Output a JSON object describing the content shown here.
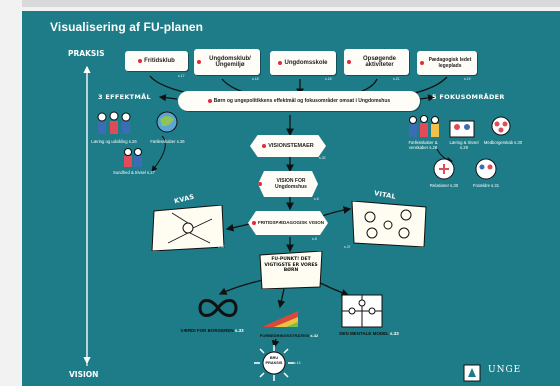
{
  "title": "Visualisering af FU-planen",
  "axis": {
    "top": "PRAKSIS",
    "bottom": "VISION"
  },
  "top_boxes": [
    {
      "label": "Fritidsklub",
      "page": "s.17"
    },
    {
      "label": "Ungdomsklub/ Ungemiljø",
      "page": "s.18"
    },
    {
      "label": "Ungdomsskole",
      "page": "s.18"
    },
    {
      "label": "Opsøgende aktiviteter",
      "page": "s.21"
    },
    {
      "label": "Pædagogisk ledet legeplads",
      "page": "s.19"
    }
  ],
  "effects_heading": "3 EFFEKTMÅL",
  "focus_heading": "5 FOKUSOMRÅDER",
  "banner": "Børn og ungepolitikkens effektmål og fokusområder omsat i Ungdomshus",
  "effects": [
    {
      "label": "Læring og udvikling",
      "page": "s.26"
    },
    {
      "label": "Fællesskaber",
      "page": "s.26"
    },
    {
      "label": "Sundhed & trivsel",
      "page": "s.27"
    }
  ],
  "focus": [
    {
      "label": "Fællesskaber & venskaber",
      "page": "s.28"
    },
    {
      "label": "Læring & trivsel",
      "page": "s.29"
    },
    {
      "label": "Medborgerskab",
      "page": "s.30"
    },
    {
      "label": "Relationer",
      "page": "s.30"
    },
    {
      "label": "Forældre",
      "page": "s.31"
    }
  ],
  "center": {
    "visionstemaer": {
      "label": "VISIONSTEMAER",
      "page": "s.32"
    },
    "vision": {
      "label": "VISION FOR Ungdomshus",
      "page": "s.6"
    },
    "pedagogy": {
      "label": "FRITIDSPÆDAGOGISK VISION",
      "page": "s.8"
    },
    "kvas": "KVAS",
    "vital": "VITAL",
    "sign": "FU-PUNKT! DET VIGTIGSTE ER VORES BØRN",
    "kvas_page": "s.37",
    "vital_page": "s.37"
  },
  "bottom": [
    {
      "label": "VÆRDI FOR BORGEREN",
      "page": "s.33"
    },
    {
      "label": "FORBEDRINGSSTRATEGI",
      "page": "s.32"
    },
    {
      "label": "DEN MENTALE MODEL",
      "page": "s.33"
    }
  ],
  "sun": {
    "label": "BRU PRAKSIS",
    "page": "s.14"
  },
  "footer": {
    "right_logo": "UNGE"
  },
  "colors": {
    "background": "#1d7c87",
    "box": "#fffdf7",
    "accent": "#e02b3c"
  }
}
